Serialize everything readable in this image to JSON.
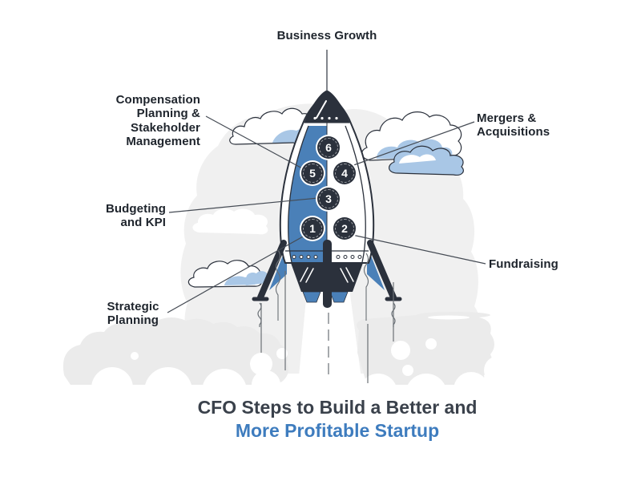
{
  "title": {
    "line1": "CFO Steps to Build a Better and",
    "line2": "More Profitable Startup"
  },
  "steps": [
    {
      "number": "1",
      "label": "Strategic Planning"
    },
    {
      "number": "2",
      "label": "Fundraising"
    },
    {
      "number": "3",
      "label": "Budgeting and KPI"
    },
    {
      "number": "4",
      "label": "Mergers & Acquisitions"
    },
    {
      "number": "5",
      "label": "Compensation Planning & Stakeholder Management"
    },
    {
      "number": "6",
      "label": "Business Growth"
    }
  ],
  "colors": {
    "rocket_blue": "#4a80b8",
    "dark_navy": "#2b313c",
    "cloud_blue": "#a9c7e6",
    "title_blue": "#3e7cbe",
    "backdrop_gray": "#f0f0f0"
  }
}
